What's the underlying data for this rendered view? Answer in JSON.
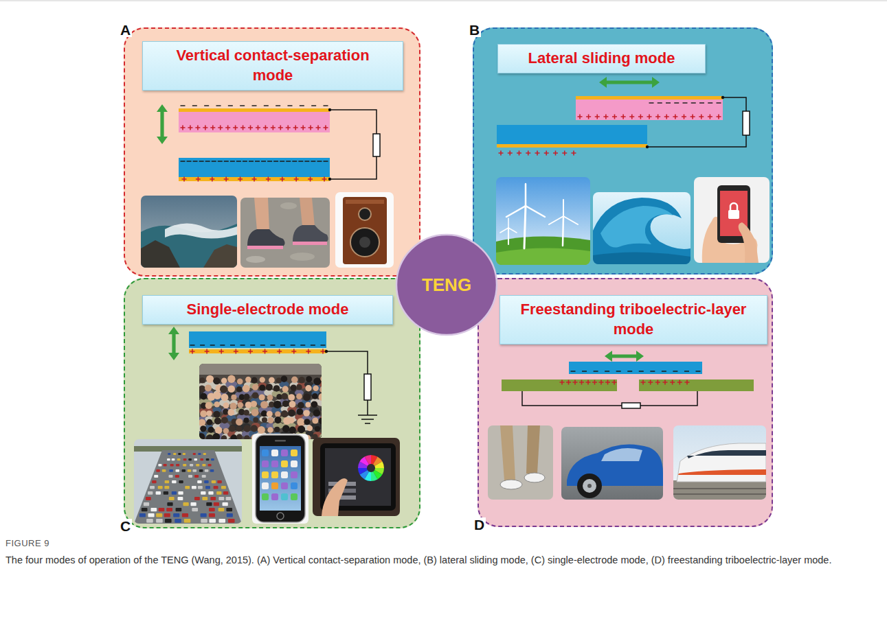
{
  "diagram": {
    "title": "FIGURE 9",
    "caption": "The four modes of operation of the TENG (Wang, 2015). (A) Vertical contact-separation mode, (B) lateral sliding mode, (C) single-electrode mode, (D) freestanding triboelectric-layer mode.",
    "nodes": [
      {
        "text": [
          "A"
        ]
      },
      {
        "text": [
          "Vertical contact-separation mode"
        ],
        "in": 0
      },
      {
        "text": [
          "B"
        ]
      },
      {
        "text": [
          "Lateral sliding mode"
        ],
        "in": 2
      },
      {
        "text": [
          "TENG"
        ]
      },
      {
        "text": [
          "C"
        ]
      },
      {
        "text": [
          "Single-electrode mode"
        ],
        "in": 5
      },
      {
        "text": [
          "D"
        ]
      },
      {
        "text": [
          "Freestanding triboelectric-layer mode"
        ],
        "in": 7
      }
    ]
  }
}
